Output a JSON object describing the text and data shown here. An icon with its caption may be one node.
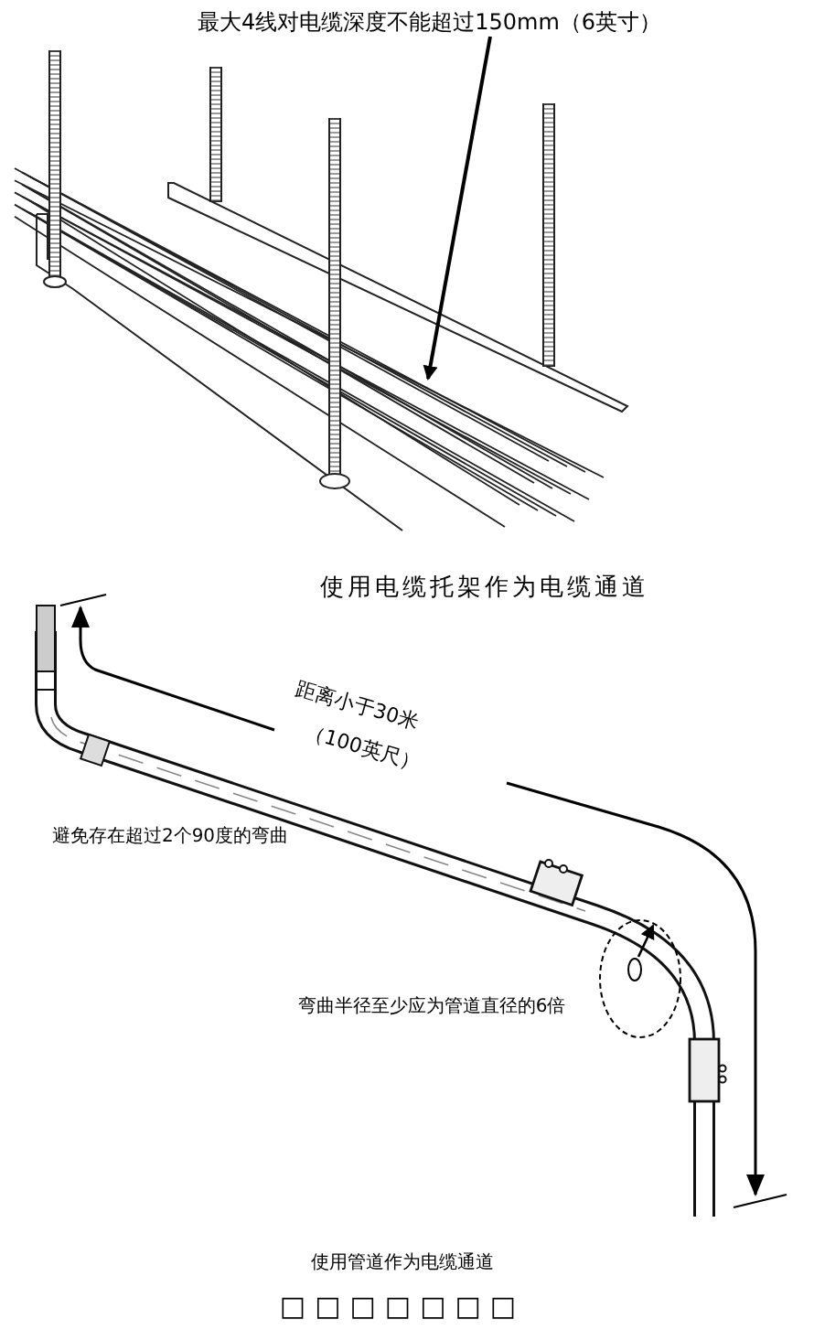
{
  "diagram": {
    "nodes": [
      {
        "text": [
          "最大4线对电缆深度不能超过150mm（6英寸）"
        ]
      },
      {
        "text": [],
        "shape": "picture"
      }
    ],
    "edges": [
      {
        "from": 0,
        "to": 1,
        "arrow": "to"
      }
    ],
    "labels": [
      "使用电缆托架作为电缆通道",
      "距离小于30米",
      "（100英尺）",
      "避免存在超过2个90度的弯曲",
      "弯曲半径至少应为管道直径的6倍",
      "使用管道作为电缆通道",
      "□□□□□□□"
    ]
  }
}
